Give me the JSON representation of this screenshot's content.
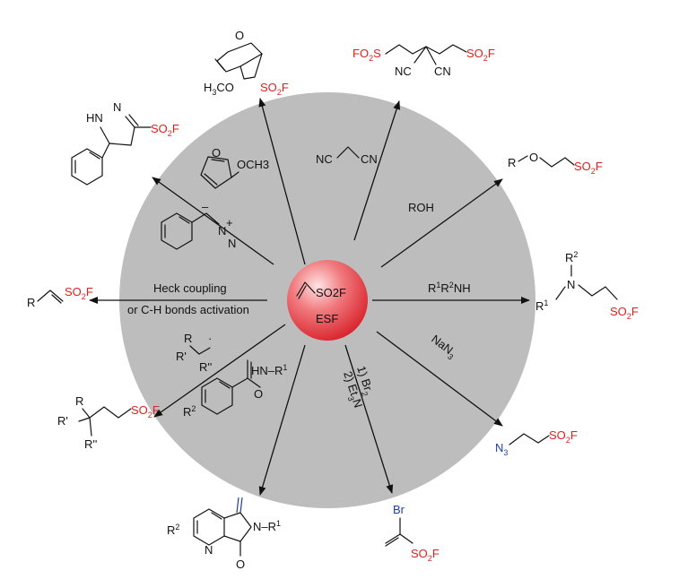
{
  "center": {
    "label": "ESF",
    "group": "SO2F"
  },
  "colors": {
    "disc": "#bdbdbd",
    "sphere": "#e9494f",
    "accent_red": "#e0201c",
    "accent_blue": "#1f3fa8"
  },
  "reagents": {
    "furan": "OCH3",
    "malononitrile_cn1": "NC",
    "malononitrile_cn2": "CN",
    "roh": "ROH",
    "amine": {
      "r1": "R",
      "s1": "1",
      "r2": "R",
      "s2": "2",
      "nh": "NH"
    },
    "nan3": {
      "a": "NaN",
      "b": "3"
    },
    "br2": {
      "a": "1) Br",
      "b": "2"
    },
    "et3n": {
      "a": "2) Et",
      "b": "3",
      "c": "N"
    },
    "amide": {
      "hn": "HN",
      "r": "–R",
      "r1": "1",
      "r2": "R",
      "s2": "2",
      "o": "O"
    },
    "radical": {
      "r": "R",
      "r1": "R'",
      "r2": "R''",
      "dot": "·"
    },
    "diazo": {
      "minus": "–",
      "plus": "+",
      "n1": "N",
      "n2": "N"
    },
    "heck_line1": "Heck coupling",
    "heck_line2": "or C-H bonds activation"
  },
  "products": {
    "bicyclo": {
      "o": "O",
      "meo": "H",
      "meo_sub": "3",
      "meo2": "CO",
      "so2f": "SO",
      "so2f_sub": "2",
      "f": "F"
    },
    "disulfonyl": {
      "fo2s": "FO",
      "fo2s_sub": "2",
      "s": "S",
      "nc": "NC",
      "cn": "CN",
      "so2f": "SO",
      "so2f_sub": "2",
      "f": "F"
    },
    "ether": {
      "r": "R",
      "o": "O",
      "so2f": "SO",
      "so2f_sub": "2",
      "f": "F"
    },
    "amine": {
      "r2": "R",
      "r2s": "2",
      "n": "N",
      "r1": "R",
      "r1s": "1",
      "so2f": "SO",
      "so2f_sub": "2",
      "f": "F"
    },
    "azide": {
      "n3": "N",
      "n3s": "3",
      "so2f": "SO",
      "so2f_sub": "2",
      "f": "F"
    },
    "bromo": {
      "br": "Br",
      "so2f": "SO",
      "so2f_sub": "2",
      "f": "F"
    },
    "lactam": {
      "r2": "R",
      "r2s": "2",
      "n": "N",
      "nr": "N–R",
      "nr1": "1",
      "o": "O"
    },
    "alkyl": {
      "r": "R",
      "r1": "R'",
      "r2": "R''",
      "so2f": "SO",
      "so2f_sub": "2",
      "f": "F"
    },
    "vinyl": {
      "r": "R",
      "so2f": "SO",
      "so2f_sub": "2",
      "f": "F"
    },
    "pyrazoline": {
      "hn": "HN",
      "n": "N",
      "so2f": "SO",
      "so2f_sub": "2",
      "f": "F"
    }
  }
}
